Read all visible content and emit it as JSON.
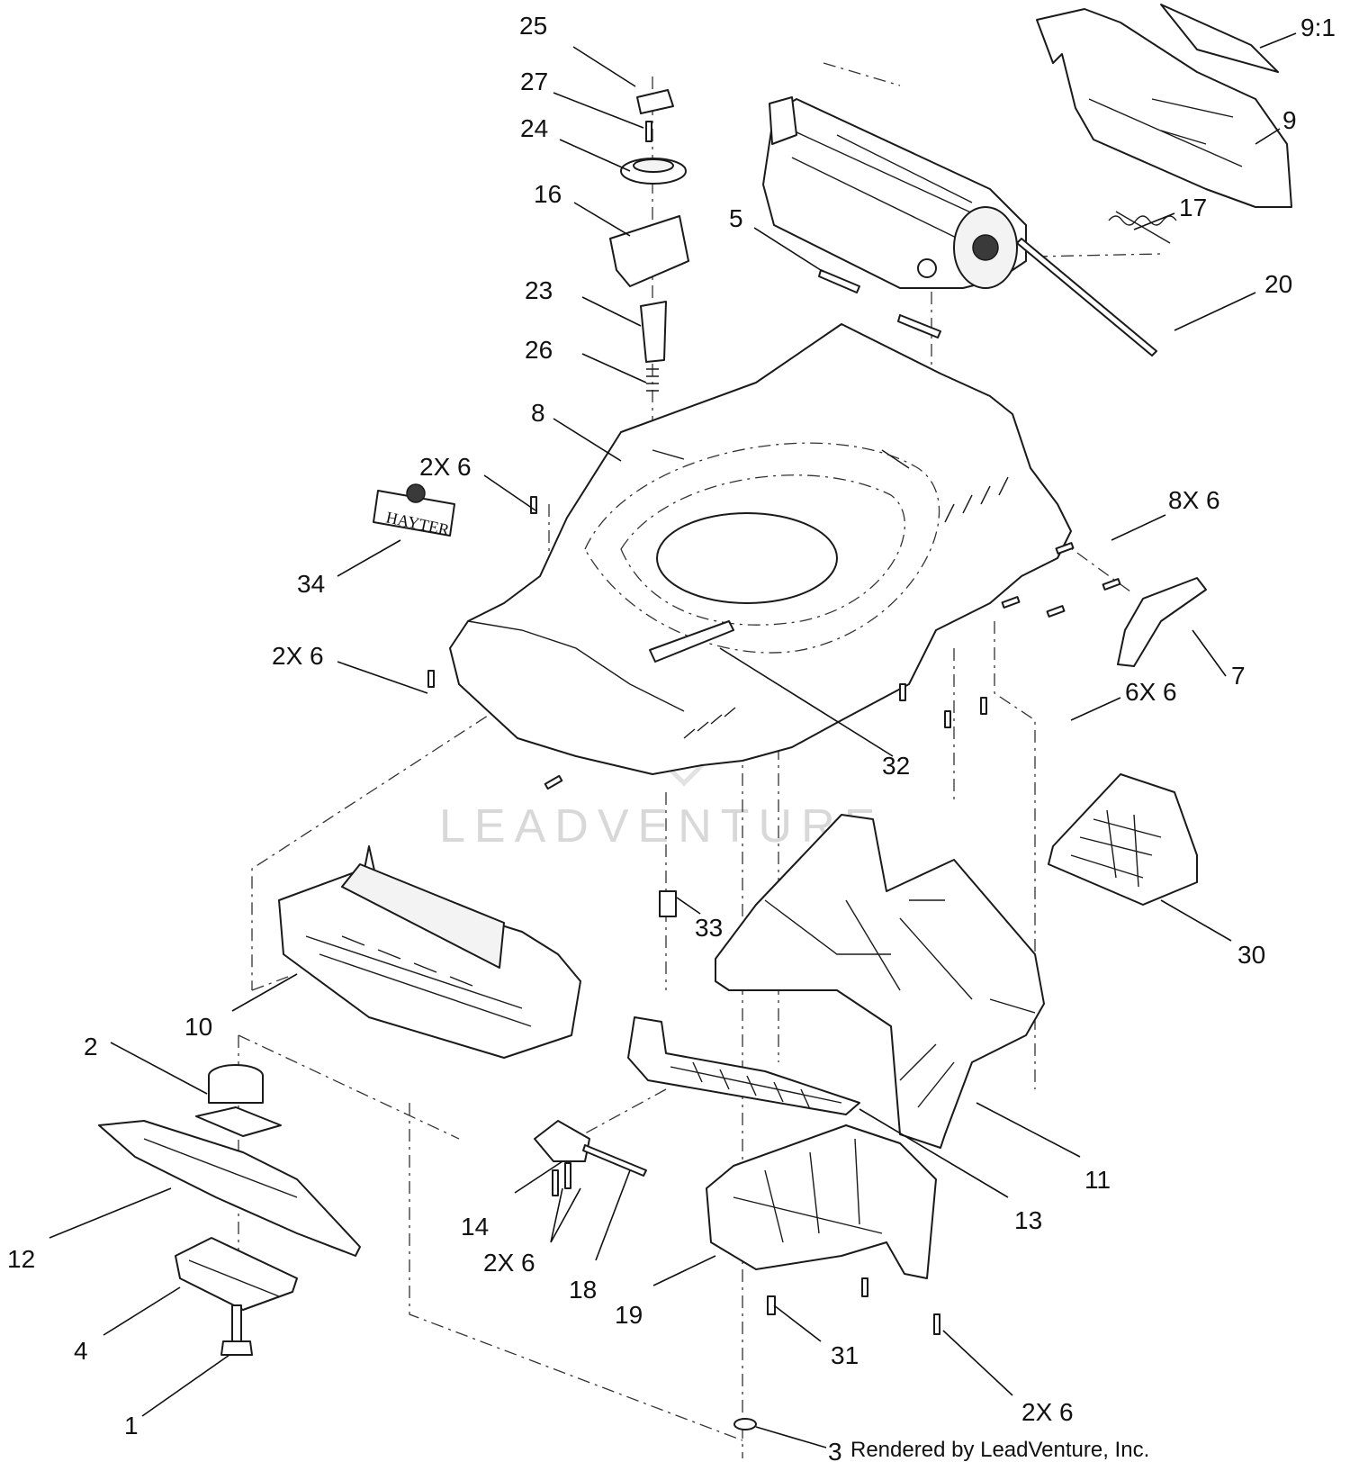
{
  "diagram": {
    "watermark": "LEADVENTURE",
    "footer": "Rendered by LeadVenture, Inc.",
    "logo_text": "HAYTER",
    "callouts": [
      "25",
      "27",
      "24",
      "16",
      "23",
      "26",
      "8",
      "2X 6",
      "34",
      "2X 6",
      "5",
      "17",
      "20",
      "9",
      "9:1",
      "8X 6",
      "7",
      "6X 6",
      "32",
      "33",
      "30",
      "10",
      "11",
      "2",
      "13",
      "12",
      "14",
      "2X 6",
      "18",
      "19",
      "4",
      "31",
      "1",
      "3",
      "2X 6"
    ]
  }
}
